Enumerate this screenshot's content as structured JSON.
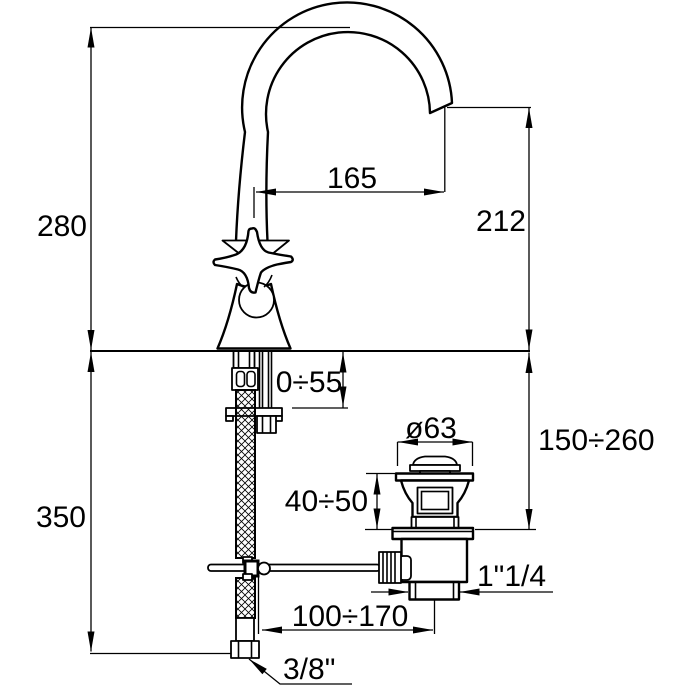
{
  "drawing": {
    "kind": "technical-dimension-diagram",
    "subject": "single-hole basin mixer tap with swan-neck spout, star handle, flexible supply hose and pop-up waste drain",
    "units": "mm",
    "dims": {
      "height_above_deck": "280",
      "depth_below_deck": "350",
      "spout_reach": "165",
      "spout_outlet_height": "212",
      "deck_thickness_range": "0÷55",
      "waste_cap_diameter": "ø63",
      "waste_depth_range": "150÷260",
      "waste_body_height": "40÷50",
      "waste_thread": "1\"1/4",
      "rod_horizontal_range": "100÷170",
      "supply_thread": "3/8\""
    }
  }
}
